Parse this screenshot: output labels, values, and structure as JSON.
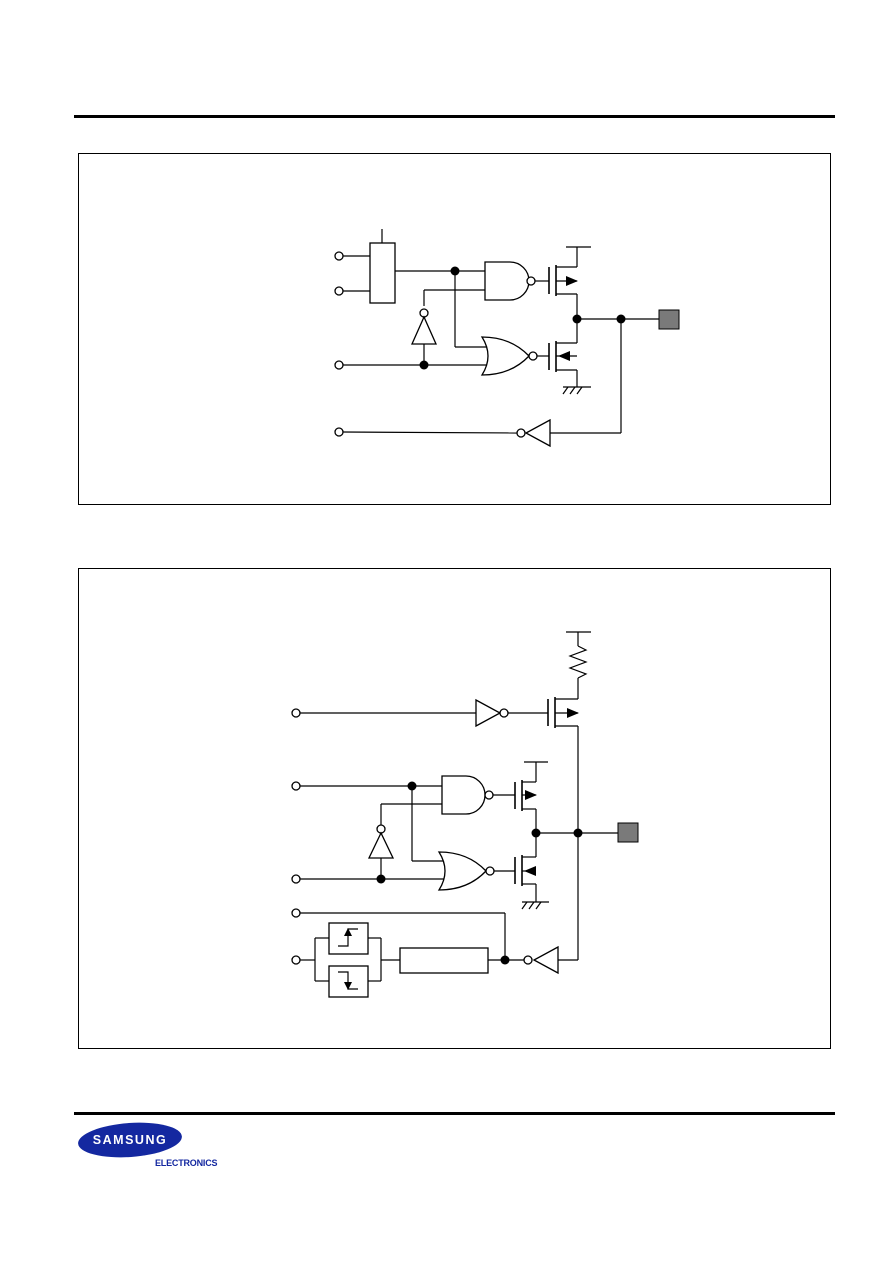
{
  "brand": {
    "logo_text": "SAMSUNG",
    "subtitle": "ELECTRONICS",
    "color": "#1428a0"
  },
  "figures": [
    {
      "id": "figure-1",
      "description_elements": [
        "nand-gate",
        "nor-gate",
        "inverter",
        "p-channel-mosfet",
        "n-channel-mosfet",
        "output-buffer",
        "io-pad"
      ]
    },
    {
      "id": "figure-2",
      "description_elements": [
        "pull-up-resistor",
        "pull-up-transistor",
        "nand-gate",
        "nor-gate",
        "inverter",
        "p-channel-mosfet",
        "n-channel-mosfet",
        "edge-detector-rising",
        "edge-detector-falling",
        "noise-filter",
        "output-buffer",
        "io-pad"
      ]
    }
  ],
  "colors": {
    "wire": "#000000",
    "pad": "#7a7a7a"
  }
}
